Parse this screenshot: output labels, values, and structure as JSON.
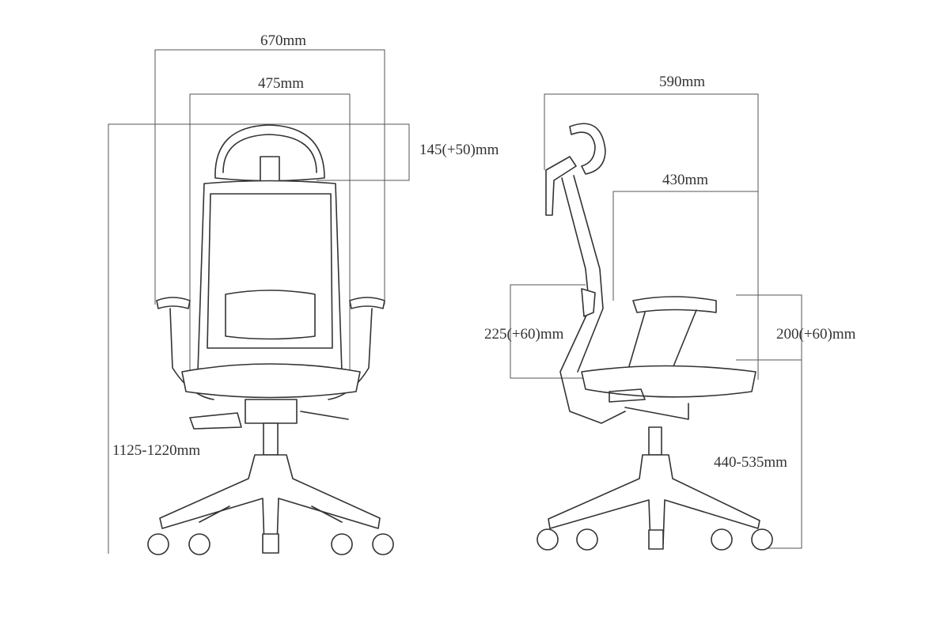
{
  "front_view": {
    "overall_width": "670mm",
    "seat_width": "475mm",
    "headrest_adjust": "145(+50)mm",
    "overall_height": "1125-1220mm"
  },
  "side_view": {
    "overall_depth": "590mm",
    "seat_depth": "430mm",
    "lumbar_adjust": "225(+60)mm",
    "armrest_adjust": "200(+60)mm",
    "seat_height": "440-535mm"
  }
}
